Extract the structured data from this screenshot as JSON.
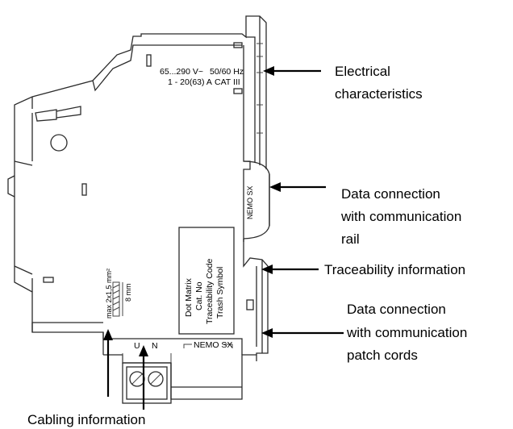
{
  "device": {
    "rating_line1_left": "65...290 V~",
    "rating_line1_right": "50/60 Hz",
    "rating_line2_left": "1 - 20(63) A",
    "rating_line2_right": "CAT III",
    "side_label": "NEMO SX",
    "label_box_lines": [
      "Dot Matrix",
      "Cat. No",
      "Traceability Code",
      "Trash Symbol"
    ],
    "strip_length": "8 mm",
    "max_section": "max 2x1,5 mm²",
    "terminal_u": "U",
    "terminal_n": "N",
    "bottom_label": "NEMO SX"
  },
  "callouts": {
    "electrical": [
      "Electrical",
      "characteristics"
    ],
    "data_rail": [
      "Data connection",
      "with communication",
      "rail"
    ],
    "traceability": [
      "Traceability information"
    ],
    "data_patch": [
      "Data connection",
      "with communication",
      "patch cords"
    ],
    "cabling": [
      "Cabling information"
    ]
  }
}
